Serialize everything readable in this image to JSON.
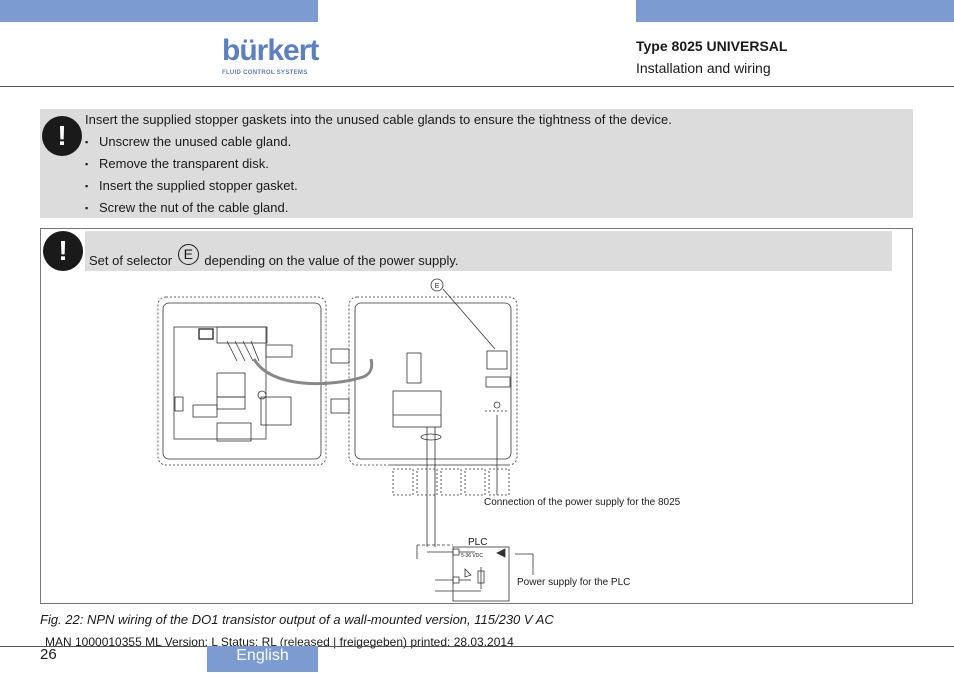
{
  "header": {
    "brand": "bürkert",
    "brand_sub": "FLUID CONTROL SYSTEMS",
    "title": "Type 8025 UNIVERSAL",
    "subtitle": "Installation and wiring"
  },
  "warning_1": {
    "icon": "exclamation-icon",
    "text": "Insert the supplied stopper gaskets into the unused cable glands to ensure the tightness of the device.",
    "bullets": [
      "Unscrew the unused cable gland.",
      "Remove the transparent disk.",
      "Insert the supplied stopper gasket.",
      "Screw the nut of the cable gland."
    ]
  },
  "warning_2": {
    "icon": "exclamation-icon",
    "text_before": "Set of selector",
    "selector": "E",
    "text_after": "depending on the value of the power supply."
  },
  "figure": {
    "marker_e": "E",
    "label_power_8025": "Connection of the power supply for the 8025",
    "label_plc": "PLC",
    "label_plc_voltage": "5-36 VDC",
    "label_power_plc": "Power supply for the PLC",
    "caption": "Fig. 22:   NPN wiring of the DO1 transistor output of a wall-mounted version, 115/230 V AC"
  },
  "footer": {
    "meta": "MAN  1000010355  ML  Version: L Status: RL (released | freigegeben)  printed: 28.03.2014",
    "page": "26",
    "language": "English"
  },
  "colors": {
    "accent": "#7b9bd1",
    "brand": "#5b7fc0",
    "note_bg": "#dcdcdc"
  }
}
